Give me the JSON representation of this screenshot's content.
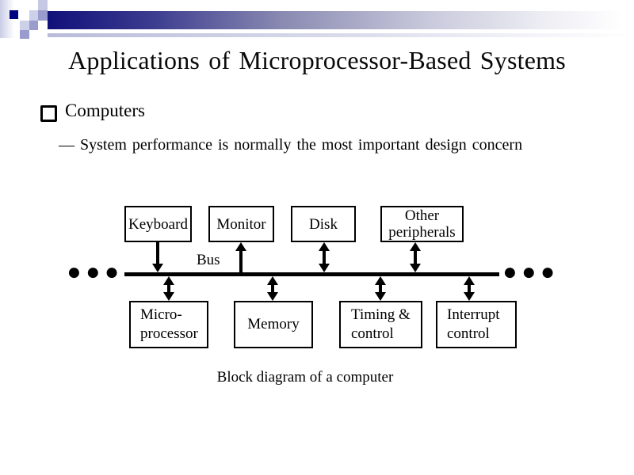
{
  "slide": {
    "title": "Applications of Microprocessor-Based Systems",
    "bullet_text": "Computers",
    "sub_bullet_text": "— System performance is normally the most important design concern",
    "caption": "Block diagram of a computer"
  },
  "diagram": {
    "bus_label": "Bus",
    "ellipsis": "●●●",
    "top_row": [
      {
        "label": "Keyboard",
        "connection": "arrow-into-bus"
      },
      {
        "label": "Monitor",
        "connection": "arrow-from-bus"
      },
      {
        "label": "Disk",
        "connection": "bidirectional"
      },
      {
        "label": "Other\nperipherals",
        "connection": "bidirectional"
      }
    ],
    "bottom_row": [
      {
        "label": "Micro-\nprocessor",
        "connection": "bidirectional"
      },
      {
        "label": "Memory",
        "connection": "bidirectional"
      },
      {
        "label": "Timing &\ncontrol",
        "connection": "bidirectional"
      },
      {
        "label": "Interrupt\ncontrol",
        "connection": "bidirectional"
      }
    ]
  },
  "colors": {
    "accent_navy": "#000080",
    "accent_purple": "#9a9cce",
    "accent_lavender": "#cdd0e9",
    "text": "#000000",
    "background": "#ffffff"
  }
}
